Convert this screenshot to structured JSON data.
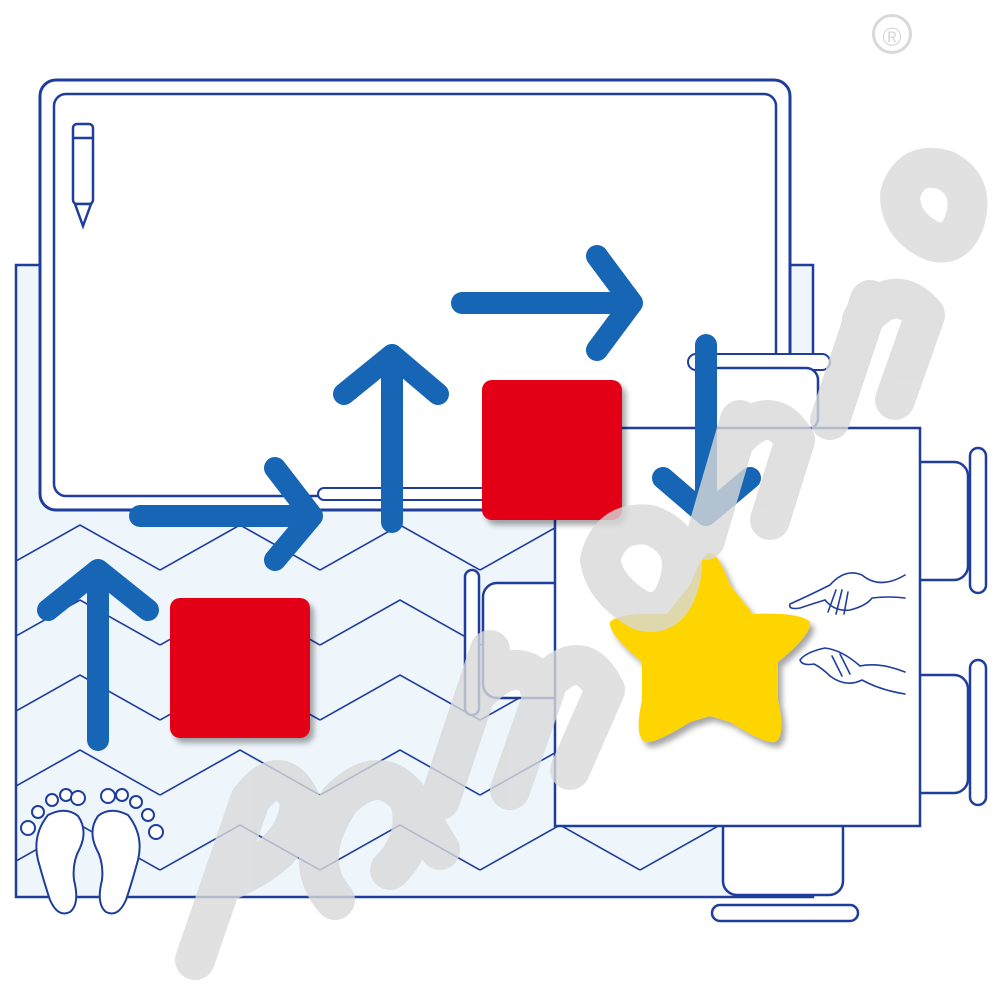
{
  "scene": {
    "description_label": "floor-game",
    "colors": {
      "outline": "#1f3e9c",
      "arrow": "#1766b5",
      "square": "#e30613",
      "star": "#ffd500",
      "floor_fill": "#eef6fc",
      "watermark": "#d9d9d9"
    },
    "arrows": [
      {
        "direction": "up"
      },
      {
        "direction": "right"
      },
      {
        "direction": "up"
      },
      {
        "direction": "right"
      },
      {
        "direction": "down"
      }
    ],
    "squares": [
      {
        "color_name": "red"
      },
      {
        "color_name": "red"
      }
    ],
    "target": {
      "shape": "star",
      "color_name": "yellow"
    },
    "icons": [
      "marker-icon",
      "footprints-icon",
      "hands-icon",
      "watermark-logo",
      "registered-trademark-icon"
    ]
  },
  "trademark": {
    "symbol": "®"
  }
}
